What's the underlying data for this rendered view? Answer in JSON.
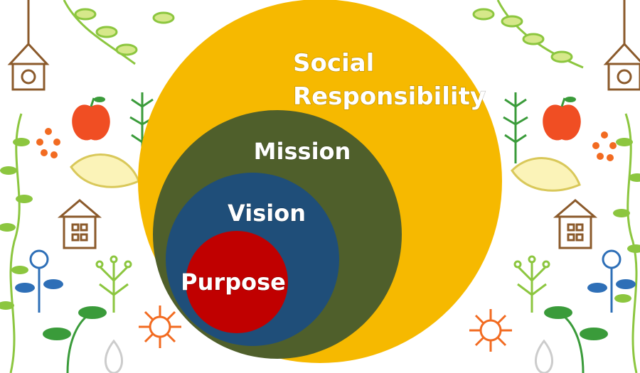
{
  "diagram": {
    "type": "nested-circles",
    "layers": [
      {
        "id": "social",
        "label_lines": [
          "Social",
          "Responsibility"
        ],
        "color": "#f6b900"
      },
      {
        "id": "mission",
        "label_lines": [
          "Mission"
        ],
        "color": "#4f5f2b"
      },
      {
        "id": "vision",
        "label_lines": [
          "Vision"
        ],
        "color": "#1f4e79"
      },
      {
        "id": "purpose",
        "label_lines": [
          "Purpose"
        ],
        "color": "#c00000"
      }
    ]
  },
  "background": {
    "style": "hand-drawn floral pattern",
    "colors": {
      "leaf_green": "#8cc63f",
      "dark_green": "#3a9b3a",
      "apple_red": "#f04e23",
      "flower_orange": "#f26b21",
      "blue": "#2e6fb7",
      "brown": "#8b5a2b",
      "pale_yellow": "#f2e36b"
    }
  }
}
